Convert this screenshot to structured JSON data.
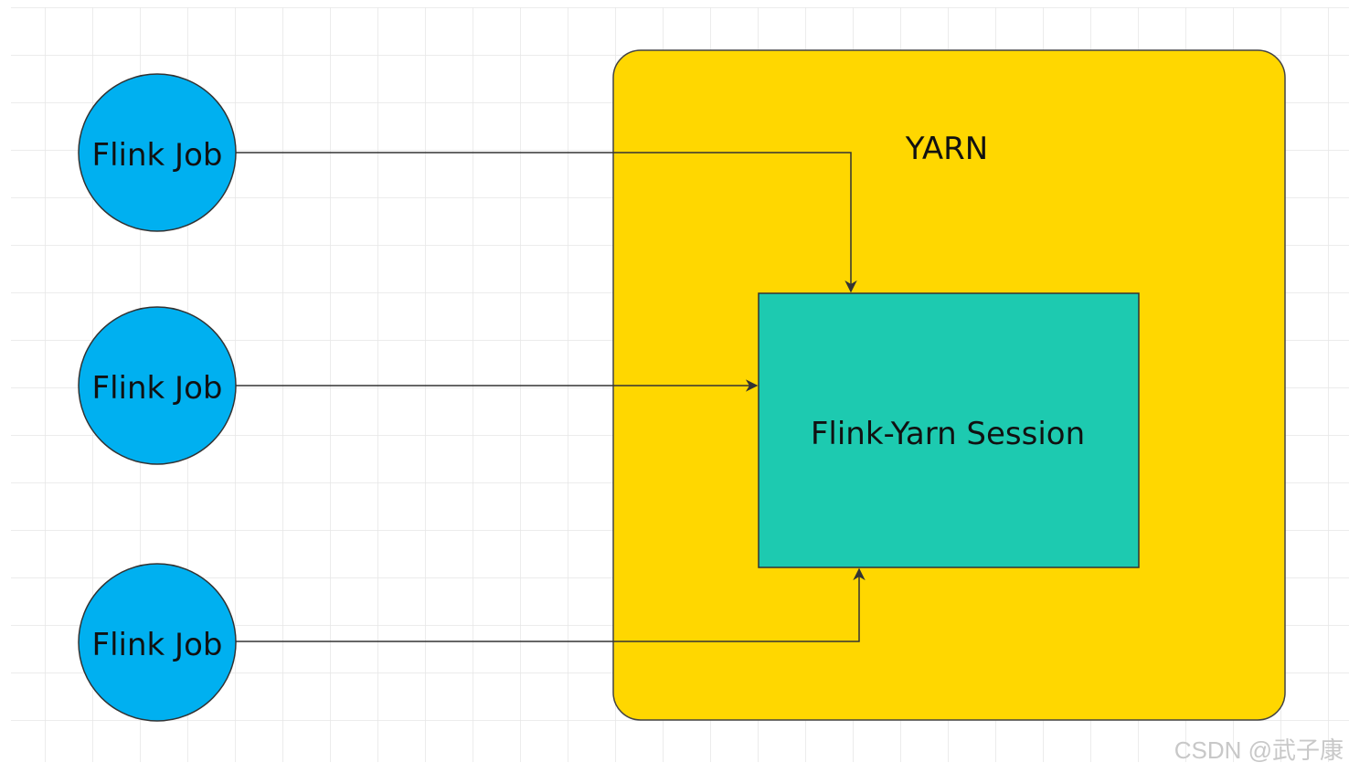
{
  "diagram": {
    "container": {
      "label": "YARN",
      "fill": "#FFD700"
    },
    "session": {
      "label": "Flink-Yarn Session",
      "fill": "#1DCAB0"
    },
    "jobs": [
      {
        "label": "Flink Job",
        "fill": "#00B0F0"
      },
      {
        "label": "Flink Job",
        "fill": "#00B0F0"
      },
      {
        "label": "Flink Job",
        "fill": "#00B0F0"
      }
    ],
    "edges": [
      {
        "from": "job-1",
        "to": "session",
        "entry": "top"
      },
      {
        "from": "job-2",
        "to": "session",
        "entry": "left"
      },
      {
        "from": "job-3",
        "to": "session",
        "entry": "bottom"
      }
    ]
  },
  "watermark": "CSDN @武子康"
}
